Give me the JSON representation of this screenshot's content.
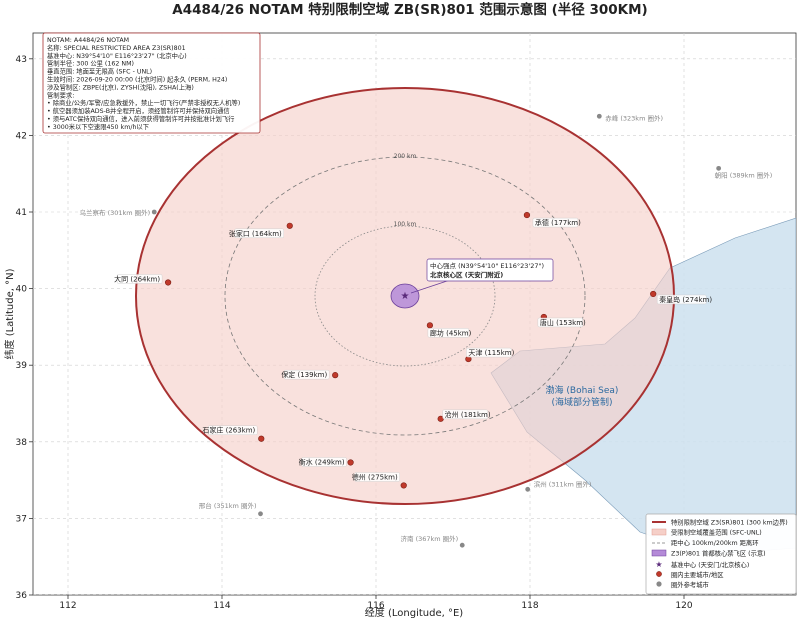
{
  "title": "A4484/26 NOTAM 特别限制空域 ZB(SR)801 范围示意图 (半径 300KM)",
  "x_axis": {
    "label": "经度 (Longitude, °E)",
    "ticks": [
      "112",
      "114",
      "116",
      "118",
      "120"
    ]
  },
  "y_axis": {
    "label": "纬度 (Latitude, °N)",
    "ticks": [
      "36",
      "37",
      "38",
      "39",
      "40",
      "41",
      "42",
      "43"
    ]
  },
  "info_box": {
    "lines": [
      "NOTAM: A4484/26 NOTAM",
      "名称: SPECIAL RESTRICTED AREA Z3(SR)801",
      "基准中心: N39°54'10\" E116°23'27\" (北京中心)",
      "管制半径: 300 公里 (162 NM)",
      "垂直范围: 地面至无限高 (SFC - UNL)",
      "生效时间: 2026-09-20 00:00 (北京时间) 起永久 (PERM, H24)",
      "涉及管制区: ZBPE(北京), ZYSH(沈阳), ZSHA(上海)",
      "管制要求:",
      "• 除商业/公务/军警/应急救援外，禁止一切飞行(严禁非授权无人机等)",
      "• 航空器须加装ADS-B并全程开启，须经管制许可并保持双向通信",
      "• 须与ATC保持双向通信，进入前须获得管制许可并按批准计划飞行",
      "• 3000米以下空速限450 km/h以下"
    ]
  },
  "rings": {
    "r100_label": "100 km",
    "r200_label": "200 km"
  },
  "center": {
    "label_line1": "中心强点 (N39°54'10\" E116°23'27\")",
    "label_line2": "北京核心区 (天安门附近)"
  },
  "sea": {
    "label_line1": "渤海 (Bohai Sea)",
    "label_line2": "(海域部分管制)"
  },
  "legend": {
    "items": [
      "特别限制空域 Z3(SR)801 (300 km边界)",
      "受限制空域覆盖范围 (SFC-UNL)",
      "距中心 100km/200km 距离环",
      "Z3(P)801 首都核心禁飞区 (示意)",
      "基准中心 (天安门/北京核心)",
      "圈内主要城市/地区",
      "圈外参考城市"
    ]
  },
  "map_data": {
    "center": {
      "lon": 116.39,
      "lat": 39.9
    },
    "inside_cities": [
      {
        "name": "张家口 (164km)",
        "lon": 114.88,
        "lat": 40.82
      },
      {
        "name": "大同 (264km)",
        "lon": 113.3,
        "lat": 40.08
      },
      {
        "name": "承德 (177km)",
        "lon": 117.96,
        "lat": 40.96
      },
      {
        "name": "秦皇岛 (274km)",
        "lon": 119.6,
        "lat": 39.93
      },
      {
        "name": "唐山 (153km)",
        "lon": 118.18,
        "lat": 39.63
      },
      {
        "name": "廊坊 (45km)",
        "lon": 116.7,
        "lat": 39.52
      },
      {
        "name": "天津 (115km)",
        "lon": 117.2,
        "lat": 39.08
      },
      {
        "name": "保定 (139km)",
        "lon": 115.47,
        "lat": 38.87
      },
      {
        "name": "沧州 (181km)",
        "lon": 116.84,
        "lat": 38.3
      },
      {
        "name": "石家庄 (263km)",
        "lon": 114.51,
        "lat": 38.04
      },
      {
        "name": "衡水 (249km)",
        "lon": 115.67,
        "lat": 37.73
      },
      {
        "name": "德州 (275km)",
        "lon": 116.36,
        "lat": 37.43
      }
    ],
    "outside_cities": [
      {
        "name": "乌兰察布 (301km 圈外)",
        "lon": 113.12,
        "lat": 41.0
      },
      {
        "name": "赤峰 (323km 圈外)",
        "lon": 118.9,
        "lat": 42.25
      },
      {
        "name": "朝阳 (389km 圈外)",
        "lon": 120.45,
        "lat": 41.57
      },
      {
        "name": "邢台 (351km 圈外)",
        "lon": 114.5,
        "lat": 37.06
      },
      {
        "name": "滨州 (311km 圈外)",
        "lon": 117.97,
        "lat": 37.38
      },
      {
        "name": "济南 (367km 圈外)",
        "lon": 117.12,
        "lat": 36.65
      }
    ]
  },
  "colors": {
    "boundary": "#a83232",
    "fill": "#f5cfc8",
    "core": "#b48ad8",
    "sea": "#cde0ee",
    "inside_dot": "#c0392b",
    "outside_dot": "#888888"
  }
}
